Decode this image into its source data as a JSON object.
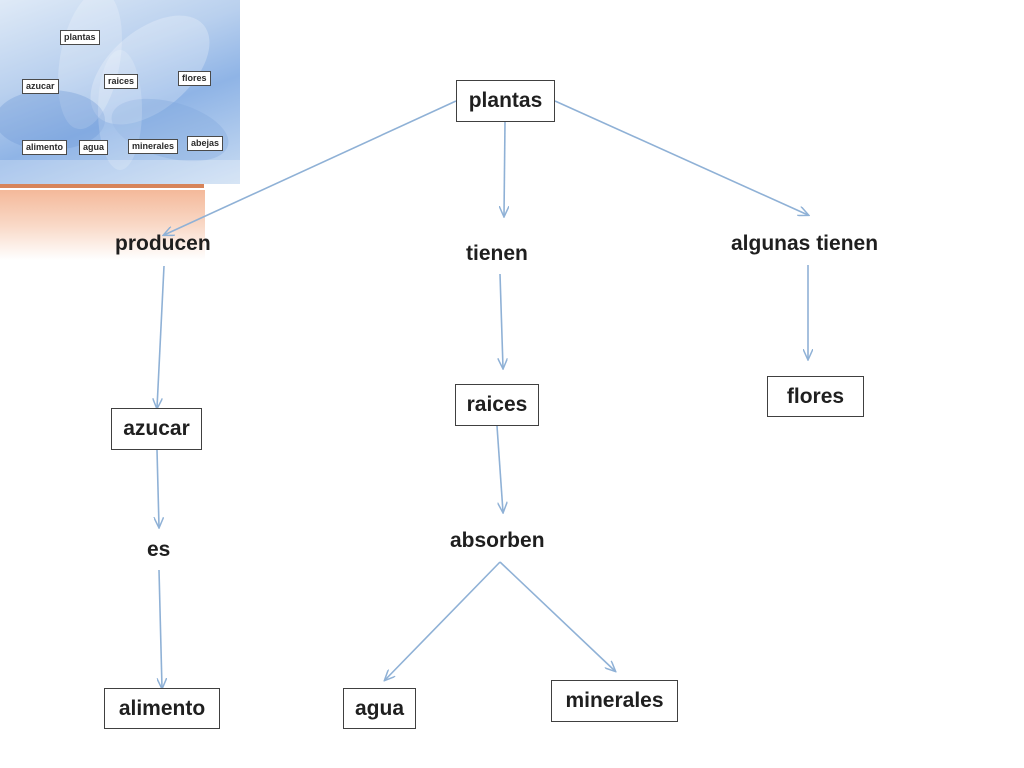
{
  "banner": {
    "labels": [
      "plantas",
      "azucar",
      "raices",
      "flores",
      "alimento",
      "agua",
      "minerales",
      "abejas"
    ]
  },
  "map": {
    "root": "plantas",
    "links": {
      "produce": "producen",
      "have": "tienen",
      "some_have": "algunas tienen",
      "is": "es",
      "absorb": "absorben"
    },
    "concepts": {
      "sugar": "azucar",
      "roots": "raices",
      "flowers": "flores",
      "food": "alimento",
      "water": "agua",
      "minerals": "minerales"
    }
  },
  "colors": {
    "arrow": "#8fb1d6",
    "box_border": "#404040",
    "banner_line": "#d7845a"
  }
}
